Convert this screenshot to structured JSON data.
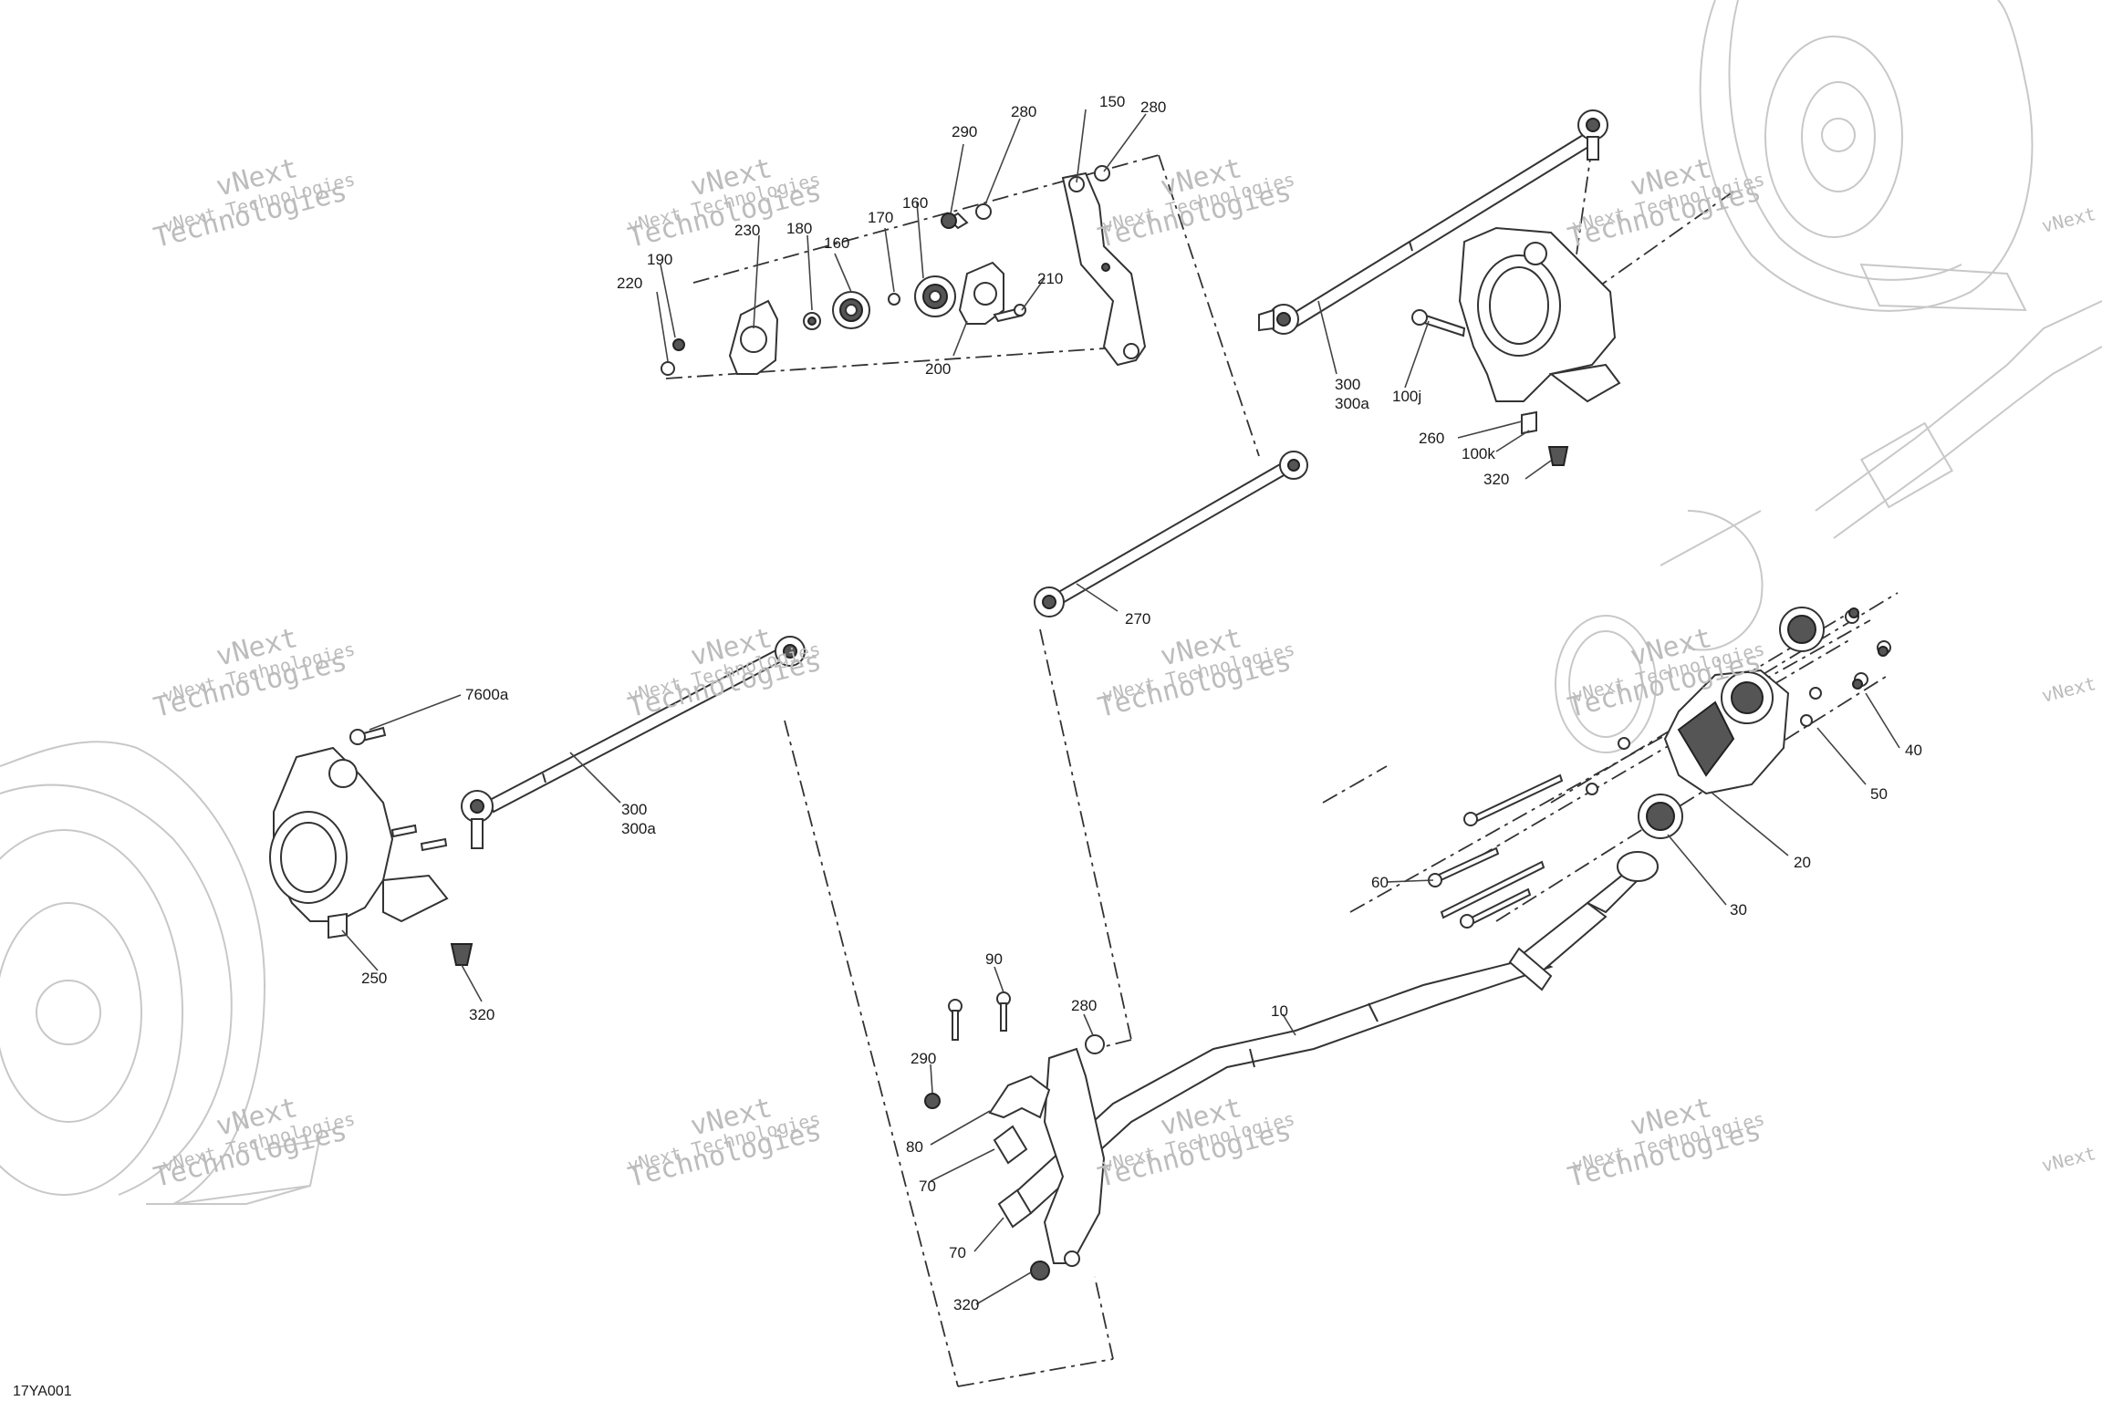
{
  "diagram_ref": "17YA001",
  "watermark": {
    "line1": "vNext Technologies",
    "line2": "vNext",
    "line3": "Technologies"
  },
  "callouts": {
    "c150": "150",
    "c280_top": "280",
    "c290_top": "290",
    "c280_mid": "280",
    "c180": "180",
    "c170": "170",
    "c160a": "160",
    "c160b": "160",
    "c220": "220",
    "c190": "190",
    "c230": "230",
    "c210": "210",
    "c200": "200",
    "c300_r": "300",
    "c300a_r": "300a",
    "c100j": "100j",
    "c260": "260",
    "c100k": "100k",
    "c320_r": "320",
    "c270": "270",
    "c7600a": "7600a",
    "c300_l": "300",
    "c300a_l": "300a",
    "c250": "250",
    "c320_l": "320",
    "c40": "40",
    "c50": "50",
    "c20": "20",
    "c30": "30",
    "c60": "60",
    "c10": "10",
    "c90": "90",
    "c280_b": "280",
    "c290_b": "290",
    "c80": "80",
    "c70a": "70",
    "c70b": "70",
    "c320_b": "320"
  }
}
